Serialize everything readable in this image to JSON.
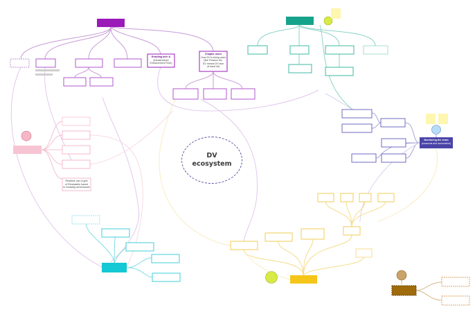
{
  "center": {
    "line1": "DV",
    "line2": "ecosystem"
  },
  "nodes": {
    "enabling_tech": [
      "Enabling tech &",
      "(Infrastructure",
      "Enhancement Tech)"
    ],
    "chapter_users": [
      "Chapter users",
      "How DV is being used",
      "(like Finance etc.",
      "DV means DV tech",
      "at hand kit)"
    ],
    "monitoring_chain": [
      "Monitoring the chain",
      "(seasonal and automation)"
    ],
    "realtime_note": [
      "Realtime use of grid",
      "of Renewable based",
      "in modality performance"
    ]
  },
  "colors": {
    "purple": "#9a1bb8",
    "teal": "#16a38c",
    "pink": "#f7c4d4",
    "indigo": "#4a44a8",
    "cyan": "#14c8d4",
    "yellow": "#f5c518",
    "brown": "#a06b0c"
  }
}
